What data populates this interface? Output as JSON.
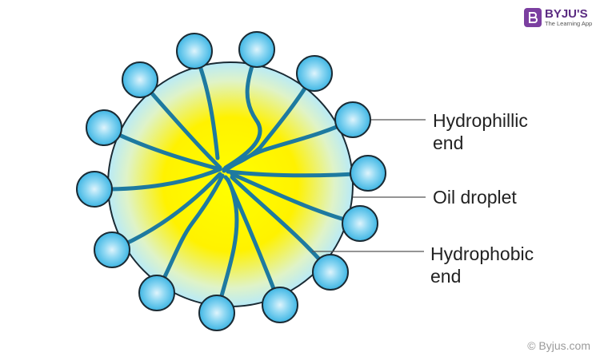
{
  "brand": {
    "name": "BYJU'S",
    "tagline": "The Learning App",
    "badge_letter": "B",
    "color": "#7b3fa0"
  },
  "labels": {
    "hydrophilic": [
      "Hydrophillic",
      "end"
    ],
    "oil_droplet": "Oil droplet",
    "hydrophobic": [
      "Hydrophobic",
      "end"
    ]
  },
  "copyright": "© Byjus.com",
  "colors": {
    "droplet_center": "#ffff00",
    "droplet_edge": "#b8eaf7",
    "head_fill": "#4fc3ea",
    "tail": "#1e7aa0",
    "outline": "#1a2a33"
  }
}
